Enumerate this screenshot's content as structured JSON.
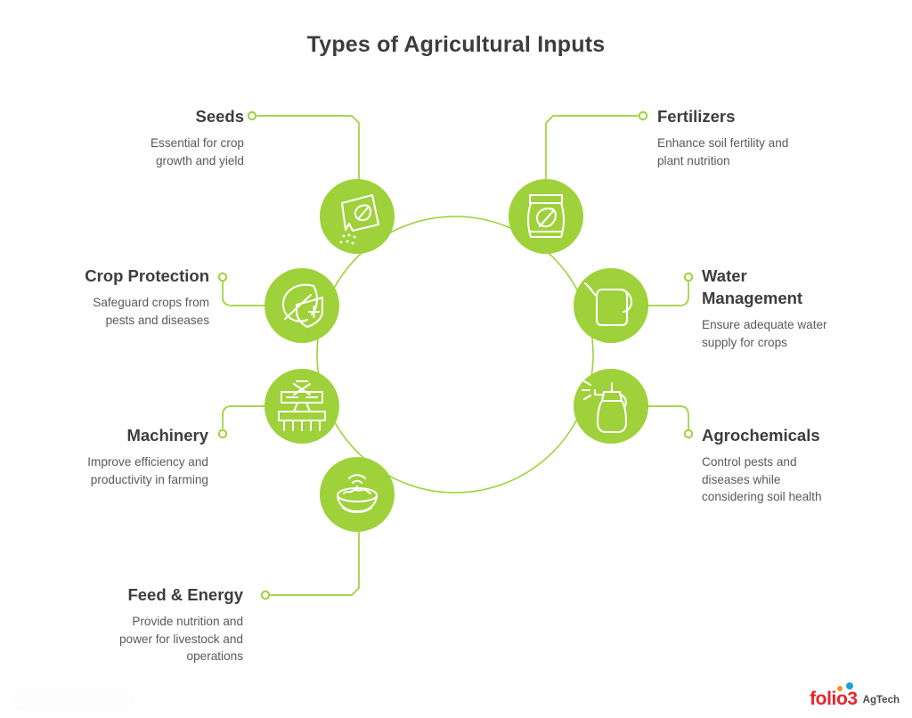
{
  "title": "Types of Agricultural Inputs",
  "theme": {
    "green": "#9ED13A",
    "green_line": "#9ED13A",
    "title_color": "#3d3d3d",
    "desc_color": "#58595b",
    "background": "#ffffff"
  },
  "nodes": [
    {
      "id": "seeds",
      "title": "Seeds",
      "desc": "Essential for crop\ngrowth and yield",
      "icon": "seed-packet-icon",
      "side": "left"
    },
    {
      "id": "fertilizers",
      "title": "Fertilizers",
      "desc": "Enhance soil fertility and\nplant nutrition",
      "icon": "fertilizer-bag-icon",
      "side": "right"
    },
    {
      "id": "crop-protection",
      "title": "Crop Protection",
      "desc": "Safeguard crops from\npests and diseases",
      "icon": "leaf-shield-icon",
      "side": "left"
    },
    {
      "id": "water-management",
      "title": "Water\nManagement",
      "desc": "Ensure adequate water\nsupply for crops",
      "icon": "watering-can-icon",
      "side": "right"
    },
    {
      "id": "machinery",
      "title": "Machinery",
      "desc": "Improve efficiency and\nproductivity in farming",
      "icon": "seeder-machine-icon",
      "side": "left"
    },
    {
      "id": "agrochemicals",
      "title": "Agrochemicals",
      "desc": "Control pests and\ndiseases while\nconsidering soil health",
      "icon": "spray-bottle-icon",
      "side": "right"
    },
    {
      "id": "feed-energy",
      "title": "Feed & Energy",
      "desc": "Provide nutrition and\npower for livestock and\noperations",
      "icon": "feed-bowl-wifi-icon",
      "side": "left"
    }
  ],
  "footer": {
    "logo_name": "folio3",
    "logo_suffix": "AgTech"
  }
}
